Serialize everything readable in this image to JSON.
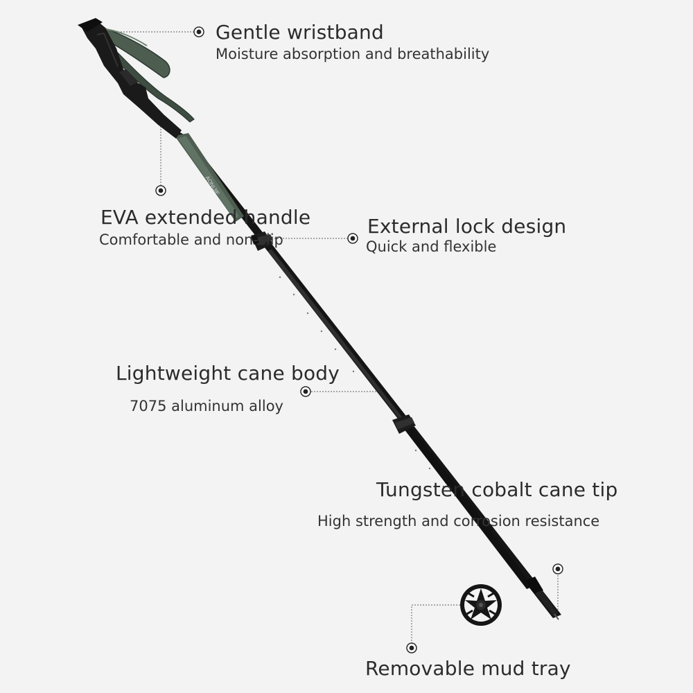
{
  "features": {
    "wristband": {
      "title": "Gentle wristband",
      "subtitle": "Moisture absorption and breathability"
    },
    "handle": {
      "title": "EVA extended handle",
      "subtitle": "Comfortable and non-slip"
    },
    "lock": {
      "title": "External lock design",
      "subtitle": "Quick and flexible"
    },
    "body": {
      "title": "Lightweight cane body",
      "subtitle": "7075 aluminum alloy"
    },
    "tip": {
      "title": "Tungsten cobalt cane tip",
      "subtitle": "High strength and corrosion resistance"
    },
    "mud_tray": {
      "title": "Removable mud tray"
    }
  },
  "pole": {
    "brand_text": "AONIJIE"
  },
  "colors": {
    "background": "#f3f3f3",
    "pole_black": "#141414",
    "strap_green": "#4d5e50",
    "text": "#2b2b2b",
    "leader_line": "#7a7a7a"
  },
  "icons": [
    "bullet-dot-icon",
    "mud-tray-icon"
  ]
}
